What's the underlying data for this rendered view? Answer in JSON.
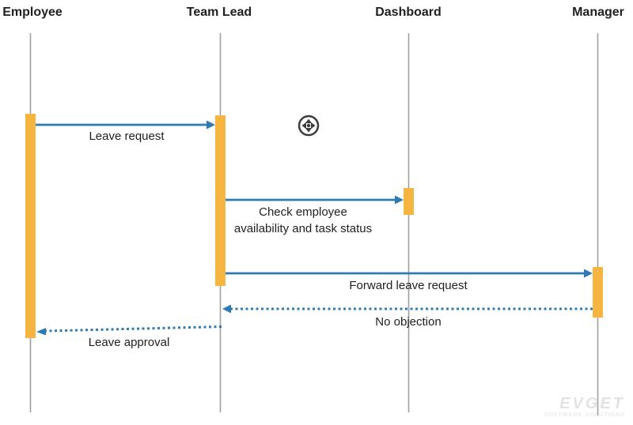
{
  "diagram_type": "sequence-diagram",
  "actors": [
    {
      "name": "Employee"
    },
    {
      "name": "Team Lead"
    },
    {
      "name": "Dashboard"
    },
    {
      "name": "Manager"
    }
  ],
  "messages": [
    {
      "label": "Leave request",
      "from": "Employee",
      "to": "Team Lead",
      "style": "solid"
    },
    {
      "label": "Check employee availability and task status",
      "lines": [
        "Check employee",
        "availability and task status"
      ],
      "from": "Team Lead",
      "to": "Dashboard",
      "style": "solid"
    },
    {
      "label": "Forward leave request",
      "from": "Team Lead",
      "to": "Manager",
      "style": "solid"
    },
    {
      "label": "No objection",
      "from": "Manager",
      "to": "Team Lead",
      "style": "dotted"
    },
    {
      "label": "Leave approval",
      "from": "Team Lead",
      "to": "Employee",
      "style": "dotted"
    }
  ],
  "icons": {
    "pan_icon": "move-pan-control"
  },
  "watermark": {
    "title": "EVGET",
    "subtitle": "SOFTWARE SOLUTIONS"
  },
  "colors": {
    "arrow": "#2E7BB4",
    "activation": "#F5B540",
    "lifeline": "#A0A0A0",
    "text": "#1F1F1F",
    "pan_icon": "#3C3C3C",
    "watermark": "#E3E3E3"
  }
}
